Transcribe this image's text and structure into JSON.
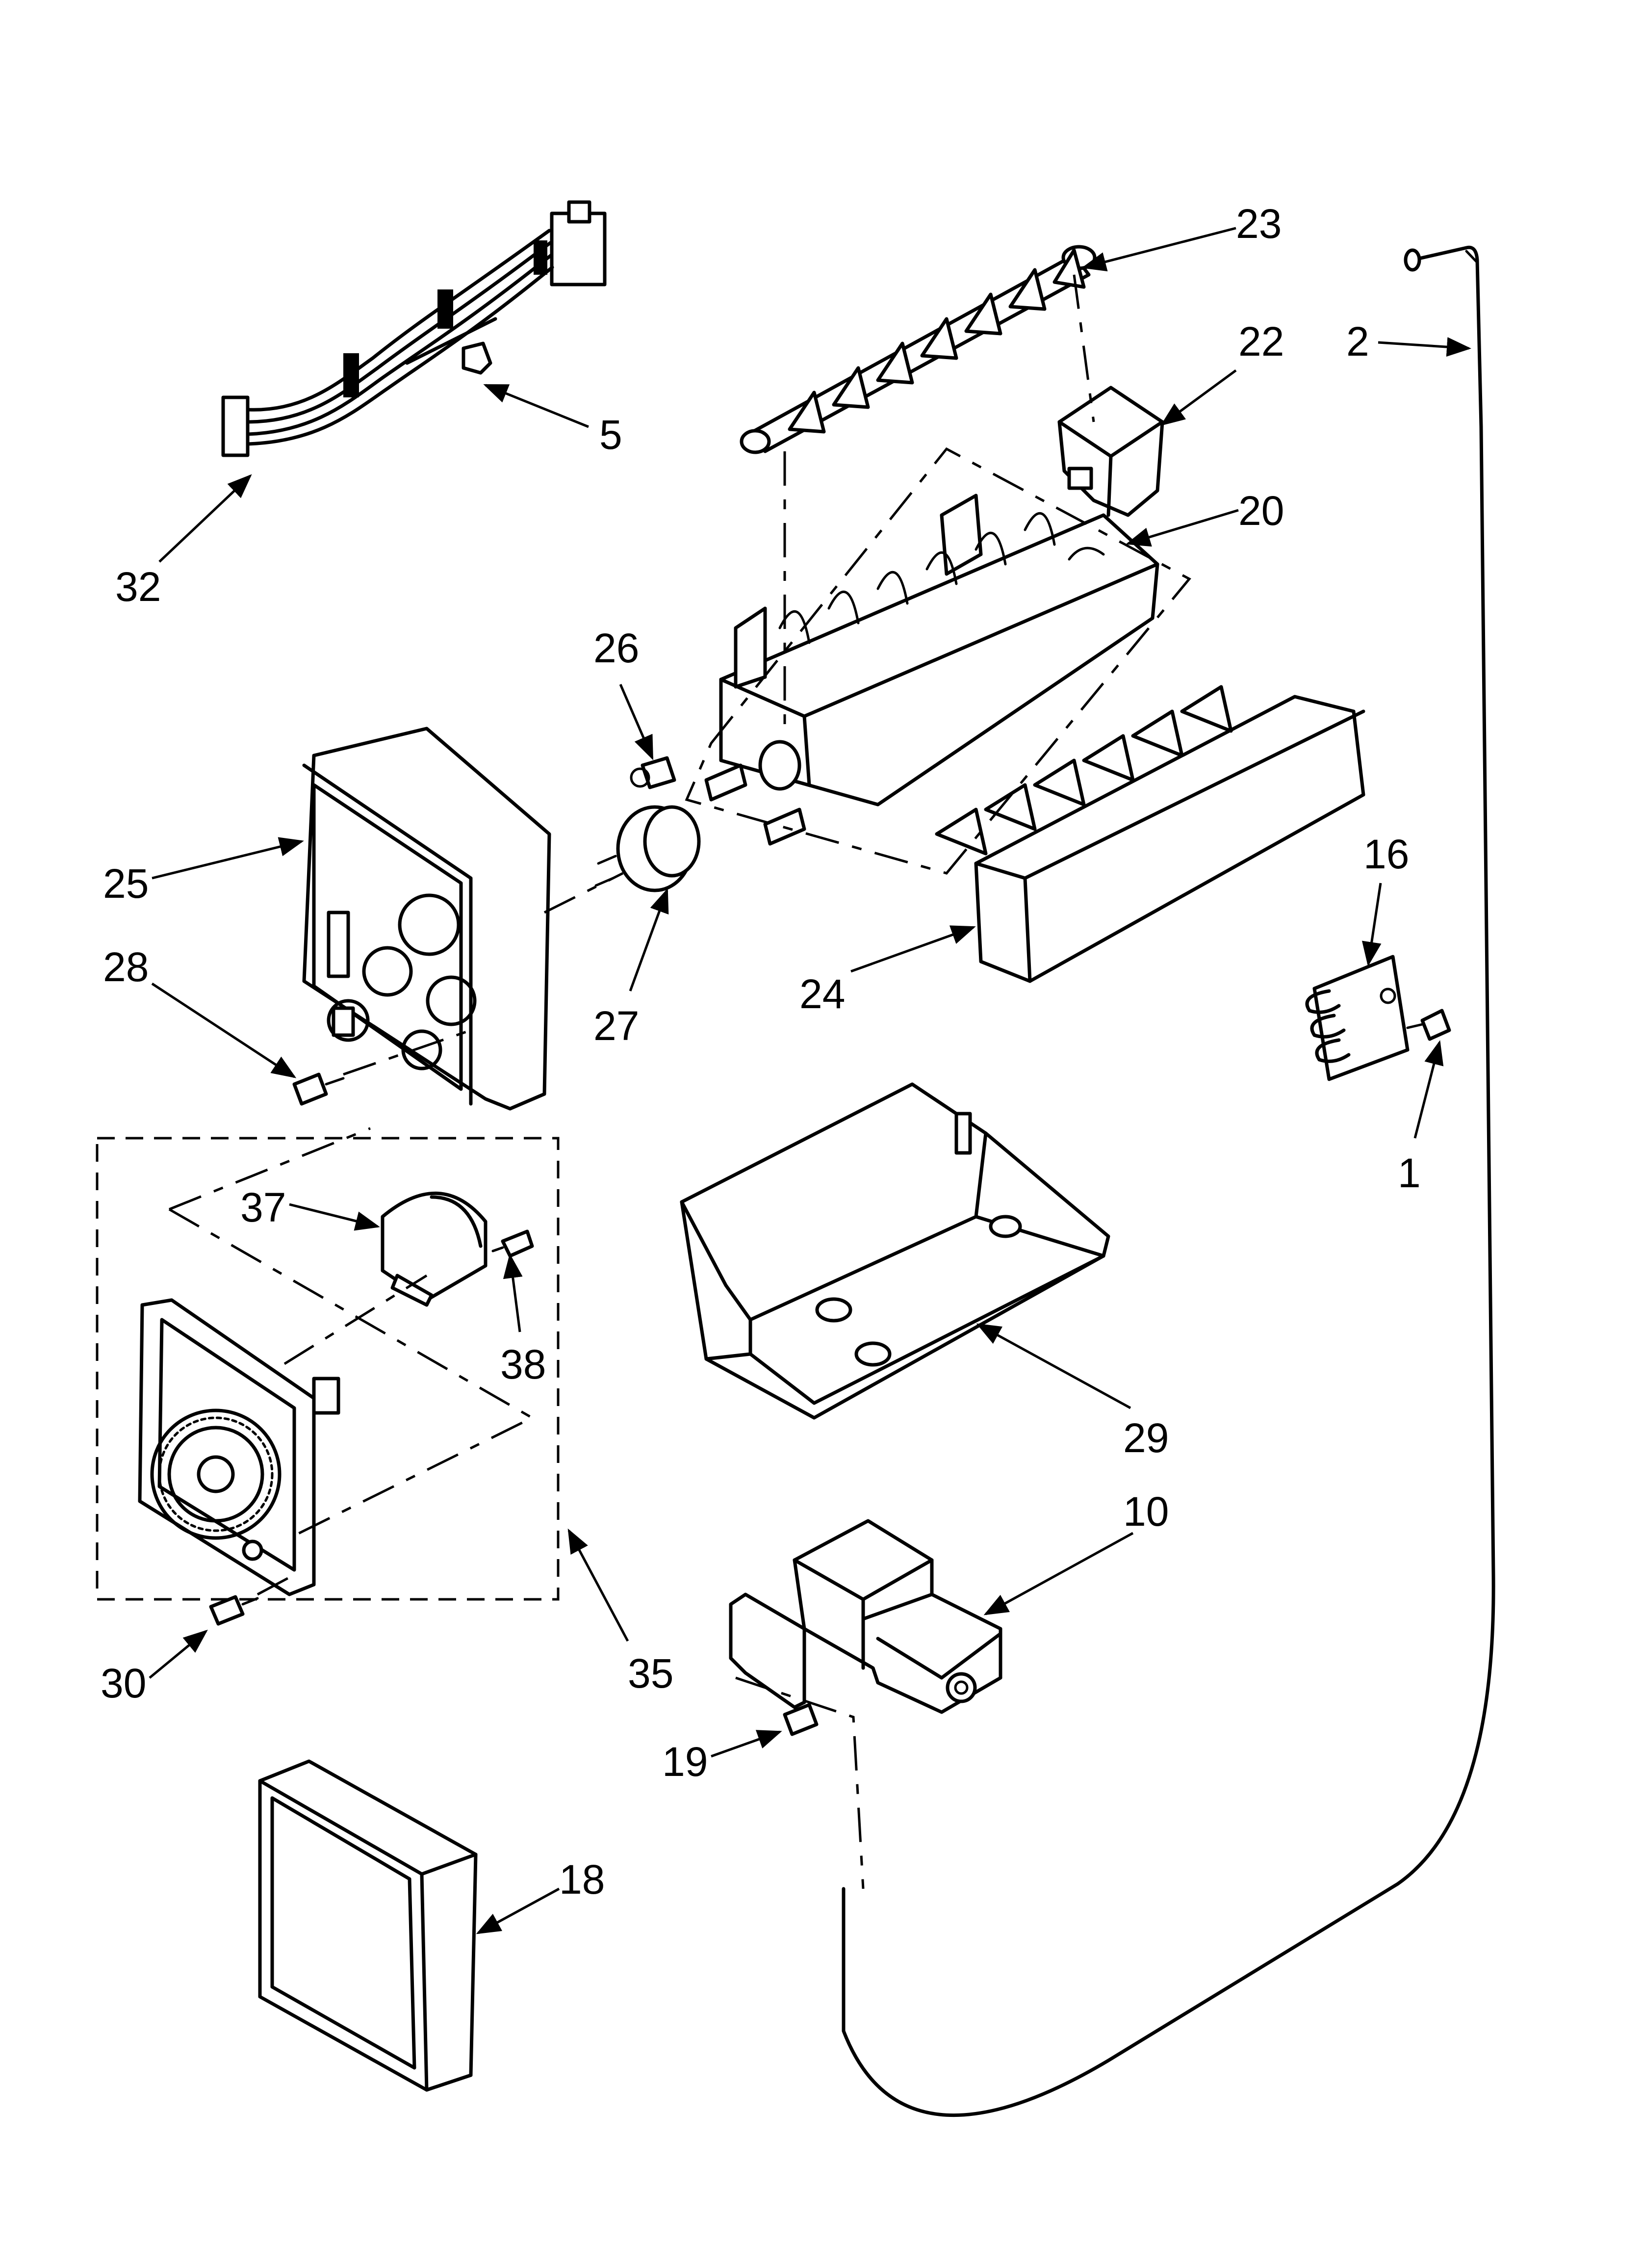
{
  "diagram": {
    "callouts": [
      "23",
      "2",
      "22",
      "5",
      "20",
      "32",
      "26",
      "25",
      "28",
      "27",
      "24",
      "16",
      "1",
      "37",
      "38",
      "29",
      "10",
      "35",
      "30",
      "19",
      "18"
    ]
  }
}
